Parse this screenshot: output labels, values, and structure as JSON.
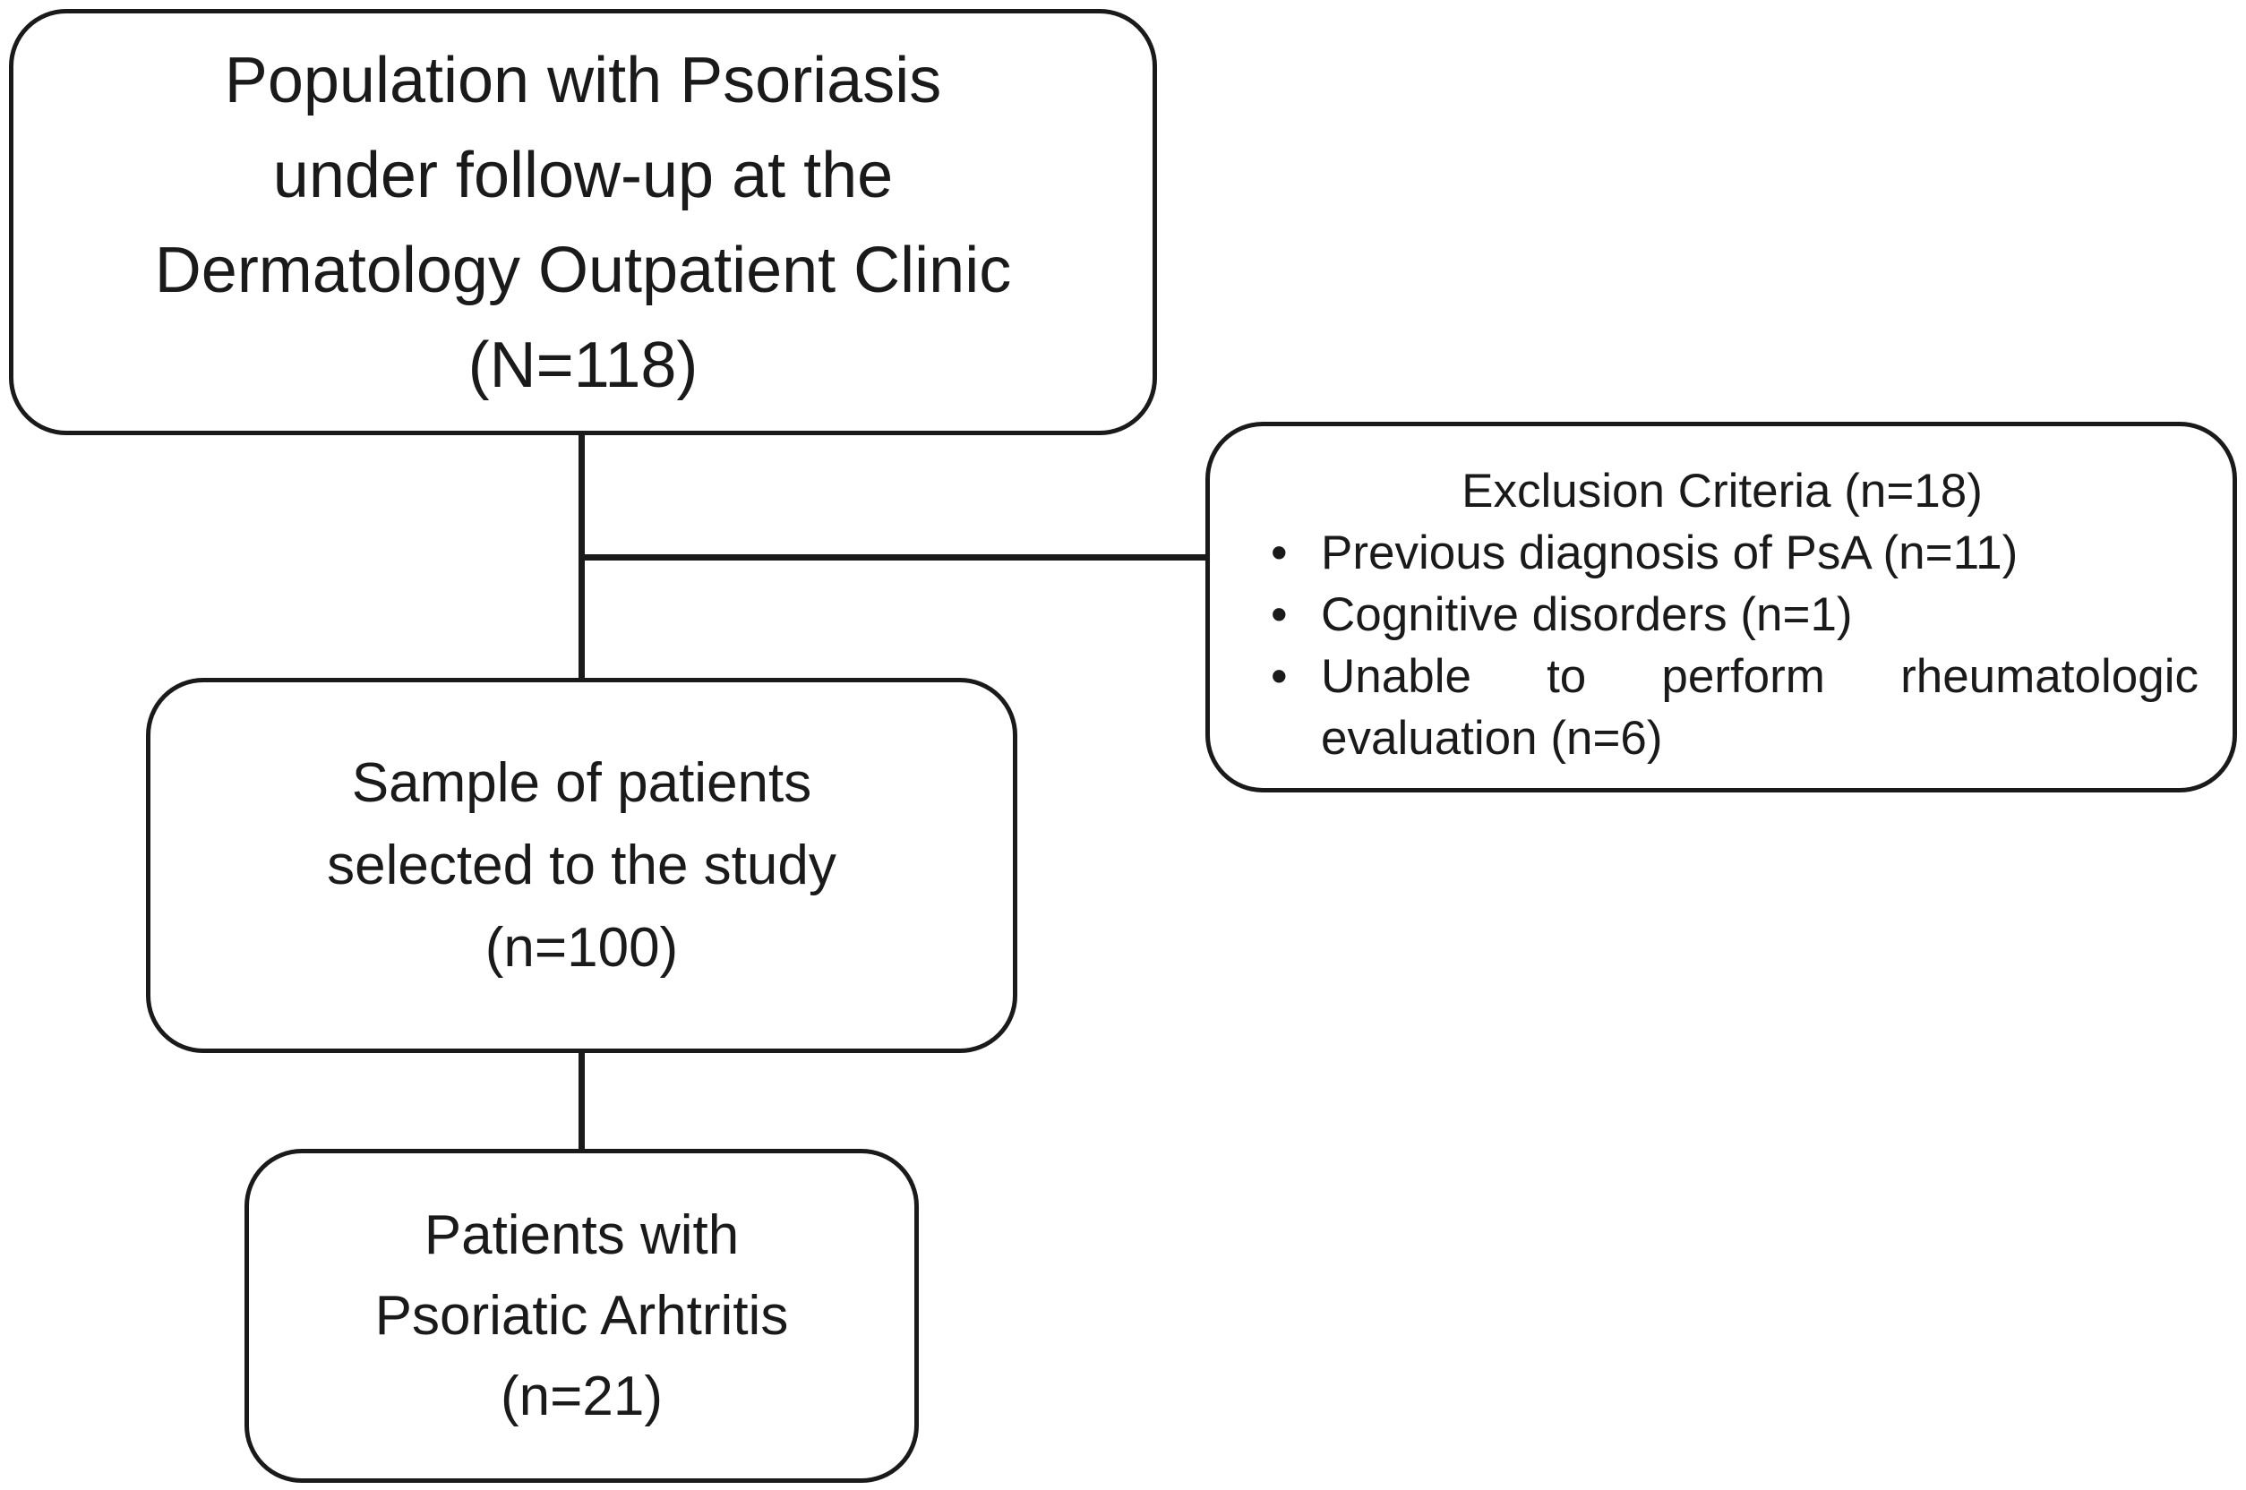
{
  "diagram": {
    "population_box": {
      "lines": [
        "Population with Psoriasis",
        "under follow-up at the",
        "Dermatology Outpatient Clinic",
        "(N=118)"
      ]
    },
    "exclusion_box": {
      "title": "Exclusion Criteria (n=18)",
      "items": [
        {
          "bullet": "•",
          "text": "Previous diagnosis of PsA (n=11)"
        },
        {
          "bullet": "•",
          "text": "Cognitive disorders (n=1)"
        },
        {
          "bullet": "•",
          "line1_words": [
            "Unable",
            "to",
            "perform",
            "rheumatologic"
          ],
          "line2": "evaluation (n=6)"
        }
      ]
    },
    "sample_box": {
      "lines": [
        "Sample of patients",
        "selected to the study",
        "(n=100)"
      ]
    },
    "psa_box": {
      "lines": [
        "Patients with",
        "Psoriatic Arhtritis",
        "(n=21)"
      ]
    }
  },
  "colors": {
    "stroke": "#1a1a1a",
    "background": "#ffffff"
  }
}
